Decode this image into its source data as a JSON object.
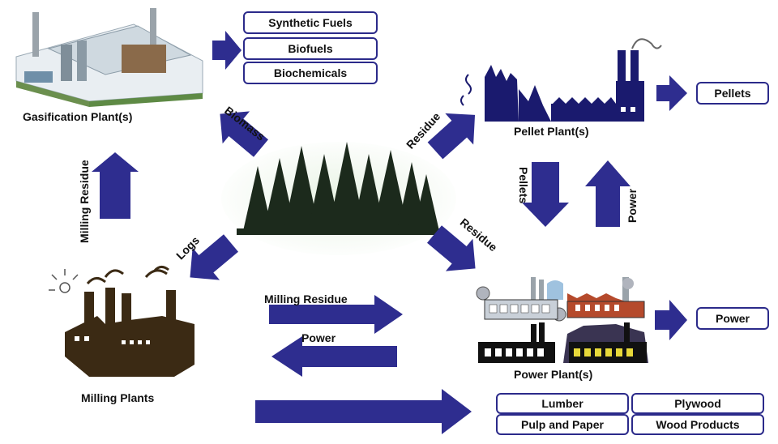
{
  "nodes": {
    "gasification": "Gasification Plant(s)",
    "pellet": "Pellet Plant(s)",
    "power": "Power Plant(s)",
    "milling": "Milling Plants"
  },
  "outputs": {
    "gasification": [
      "Synthetic Fuels",
      "Biofuels",
      "Biochemicals"
    ],
    "pellet": [
      "Pellets"
    ],
    "power": [
      "Power"
    ],
    "milling": [
      "Lumber",
      "Plywood",
      "Pulp and Paper",
      "Wood Products"
    ]
  },
  "flows": {
    "biomass": "Biomass",
    "residue_to_pellet": "Residue",
    "residue_to_power": "Residue",
    "logs": "Logs",
    "milling_residue_up": "Milling Residue",
    "pellets_down": "Pellets",
    "power_up": "Power",
    "milling_residue_right": "Milling Residue",
    "power_left": "Power"
  },
  "colors": {
    "arrow": "#2e2d8f",
    "box_border": "#2b2a8a",
    "forest": "#1c2a1c",
    "pellet_plant": "#1a1a6e",
    "milling_plant": "#3b2a14"
  }
}
